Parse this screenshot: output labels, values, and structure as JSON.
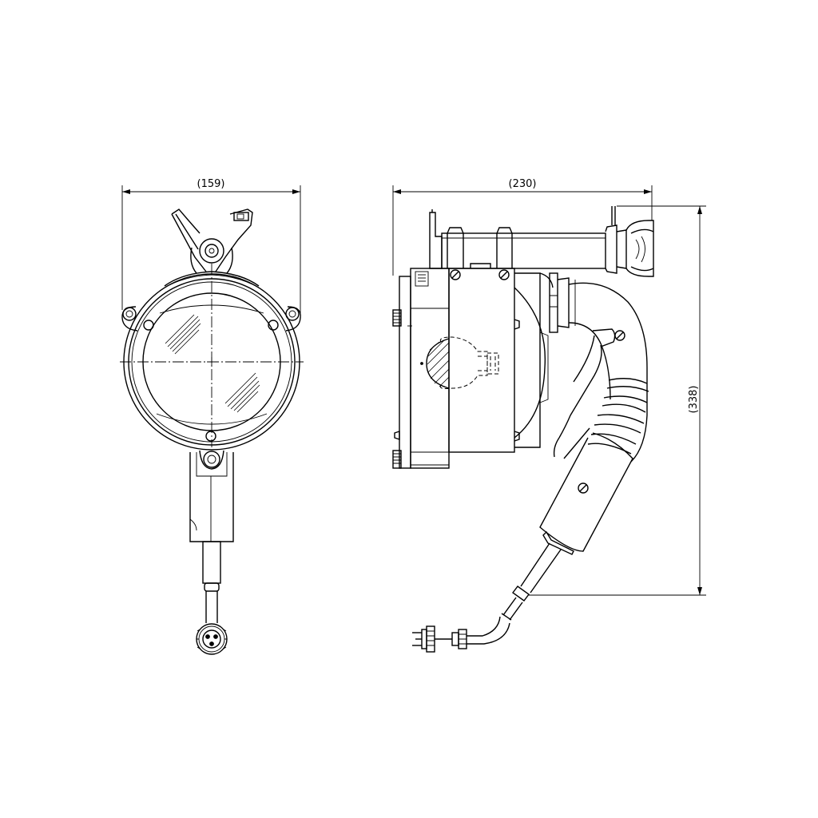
{
  "dimensions": {
    "front_width": "(159)",
    "side_width": "(230)",
    "side_height": "(338)"
  }
}
